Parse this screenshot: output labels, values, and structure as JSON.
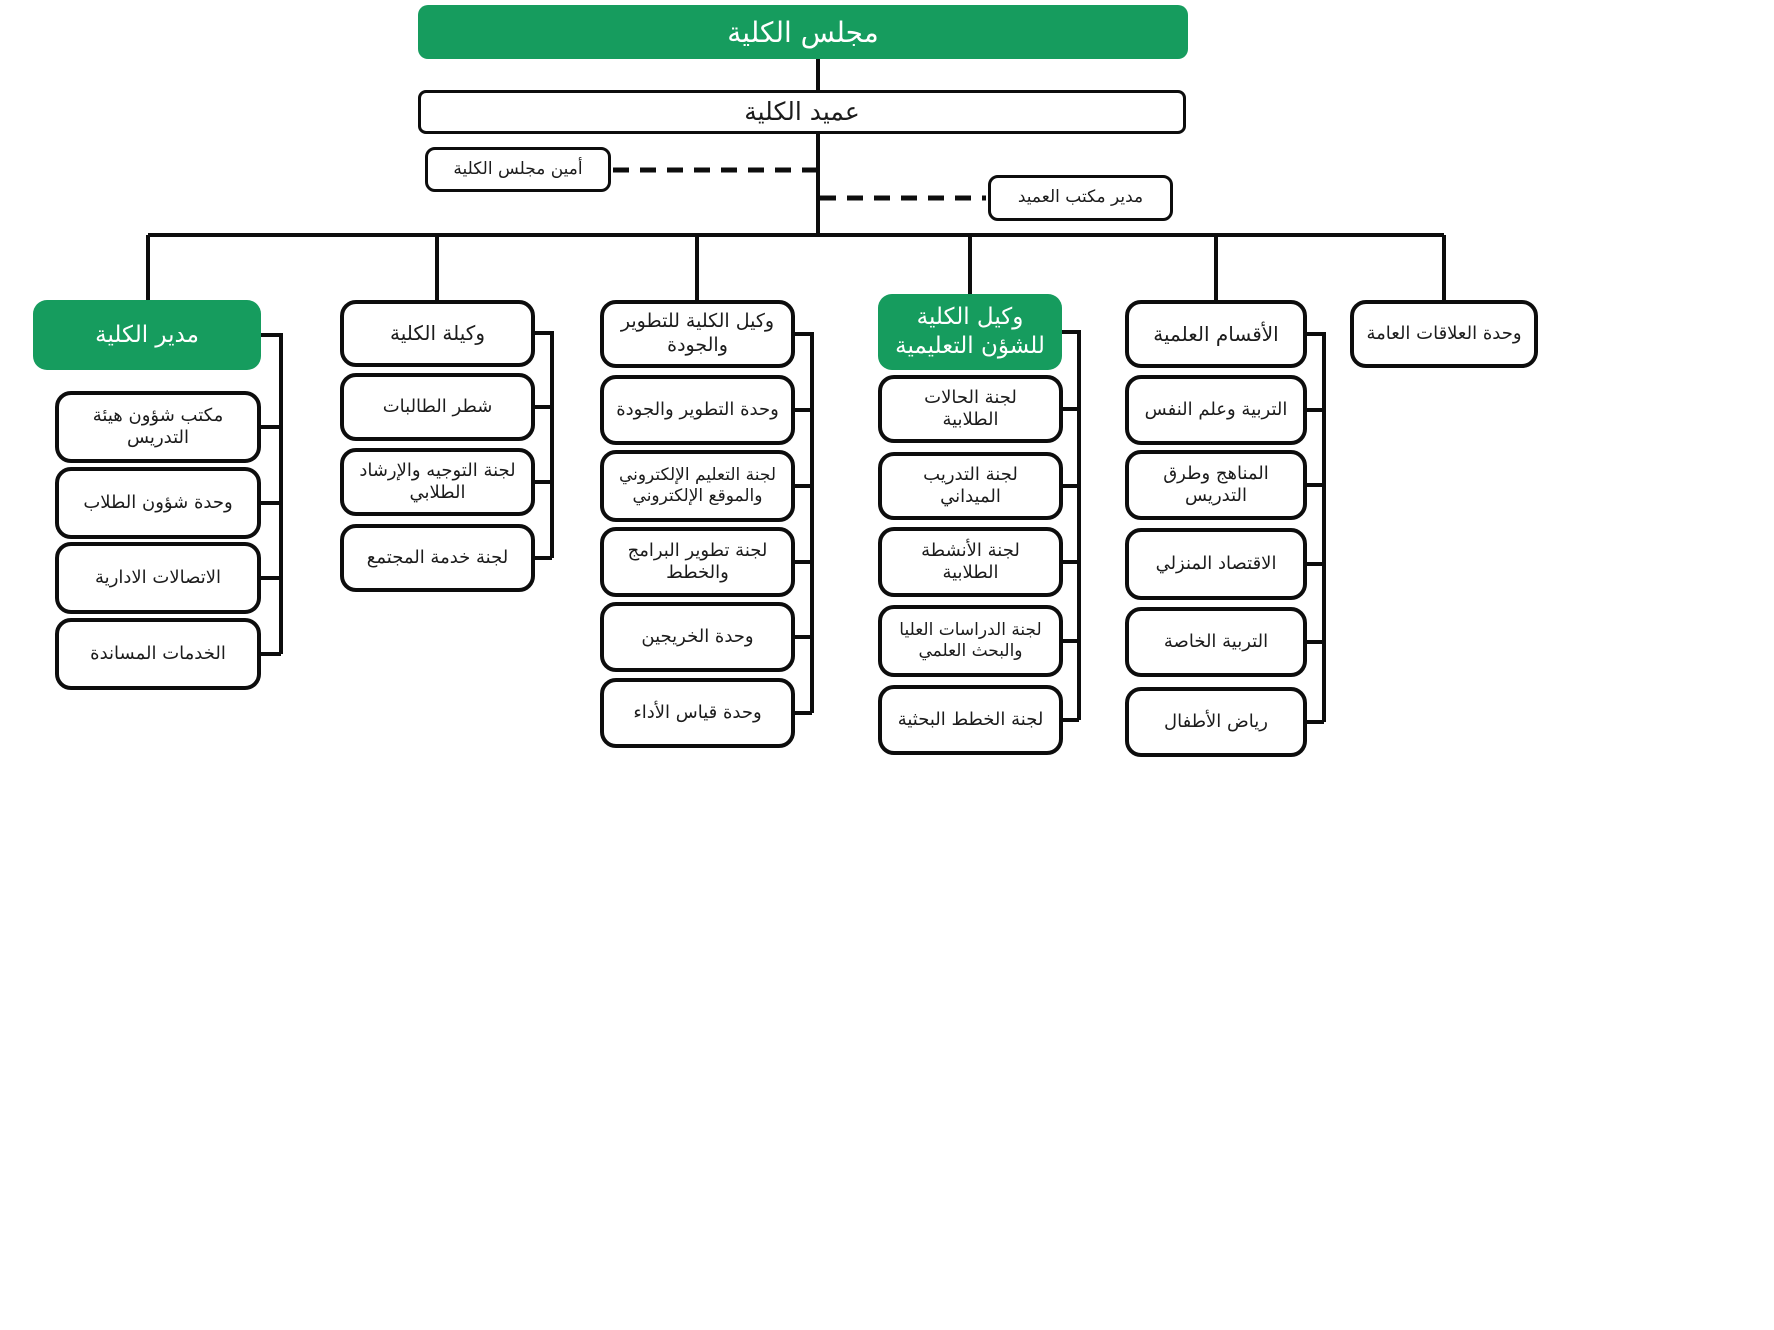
{
  "chart": {
    "type": "org-chart",
    "title": "مجلس الكلية",
    "dean": "عميد الكلية",
    "secretary": "أمين مجلس الكلية",
    "office_manager": "مدير مكتب العميد",
    "columns": [
      {
        "label": "مدير الكلية",
        "variant": "green",
        "children": [
          "مكتب شؤون هيئة التدريس",
          "وحدة شؤون الطلاب",
          "الاتصالات الادارية",
          "الخدمات المساندة"
        ]
      },
      {
        "label": "وكيلة الكلية",
        "variant": "white",
        "children": [
          "شطر الطالبات",
          "لجنة التوجيه والإرشاد الطلابي",
          "لجنة خدمة المجتمع"
        ]
      },
      {
        "label": "وكيل الكلية للتطوير والجودة",
        "variant": "white",
        "children": [
          "وحدة التطوير والجودة",
          "لجنة التعليم الإلكتروني والموقع الإلكتروني",
          "لجنة تطوير البرامج والخطط",
          "وحدة الخريجين",
          "وحدة قياس الأداء"
        ]
      },
      {
        "label": "وكيل الكلية للشؤن التعليمية",
        "variant": "green",
        "children": [
          "لجنة الحالات الطلابية",
          "لجنة التدريب الميداني",
          "لجنة الأنشطة الطلابية",
          "لجنة الدراسات العليا والبحث العلمي",
          "لجنة الخطط البحثية"
        ]
      },
      {
        "label": "الأقسام العلمية",
        "variant": "white",
        "children": [
          "التربية وعلم النفس",
          "المناهج وطرق التدريس",
          "الاقتصاد المنزلي",
          "التربية الخاصة",
          "رياض الأطفال"
        ]
      },
      {
        "label": "وحدة العلاقات العامة",
        "variant": "white",
        "children": []
      }
    ],
    "colors": {
      "green": "#169c5e",
      "line": "#0d0d0d",
      "background": "#ffffff"
    }
  }
}
